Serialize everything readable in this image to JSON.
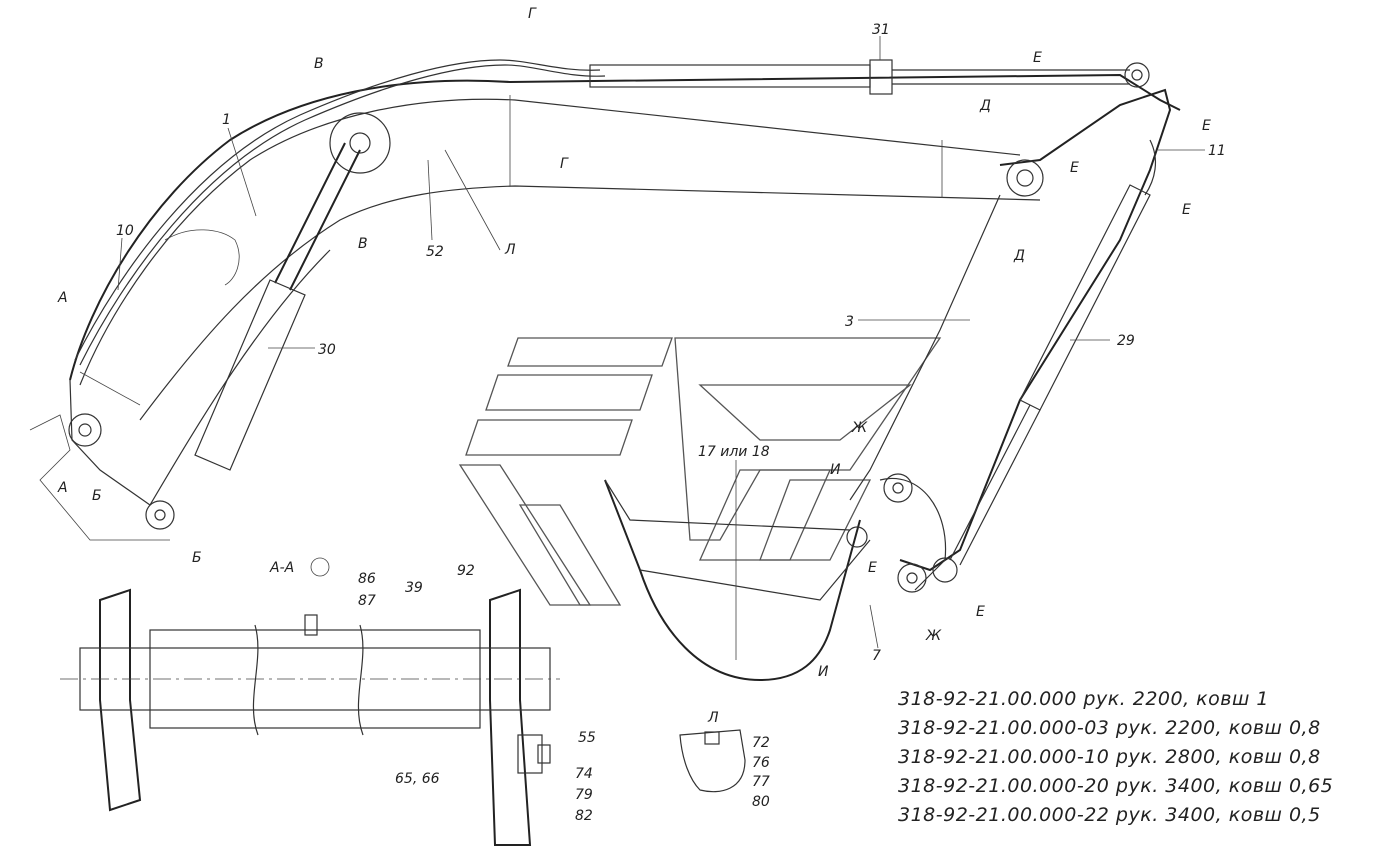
{
  "callouts": {
    "c1": "1",
    "c3": "3",
    "c7": "7",
    "c10": "10",
    "c11": "11",
    "c17": "17 или 18",
    "c29": "29",
    "c30": "30",
    "c31": "31",
    "c52": "52",
    "c39": "39",
    "c86": "86",
    "c87": "87",
    "c92": "92",
    "c55": "55",
    "c65": "65, 66",
    "c74": "74",
    "c79": "79",
    "c82": "82",
    "c72": "72",
    "c76": "76",
    "c77": "77",
    "c80": "80"
  },
  "sections": {
    "a1": "А",
    "a2": "А",
    "b1": "Б",
    "b2": "Б",
    "v1": "В",
    "v2": "В",
    "g1": "Г",
    "g2": "Г",
    "d1": "Д",
    "d2": "Д",
    "e1": "Е",
    "e2": "Е",
    "e3": "Е",
    "e4": "Е",
    "e5": "Е",
    "e6": "Е",
    "zh1": "Ж",
    "zh2": "Ж",
    "i1": "И",
    "i2": "И",
    "l1": "Л"
  },
  "views": {
    "section_aa": "А-А",
    "view_l": "Л"
  },
  "variants": [
    "318-92-21.00.000 рук. 2200, ковш 1",
    "318-92-21.00.000-03 рук. 2200, ковш 0,8",
    "318-92-21.00.000-10 рук. 2800, ковш 0,8",
    "318-92-21.00.000-20 рук. 3400, ковш 0,65",
    "318-92-21.00.000-22 рук. 3400, ковш 0,5"
  ]
}
